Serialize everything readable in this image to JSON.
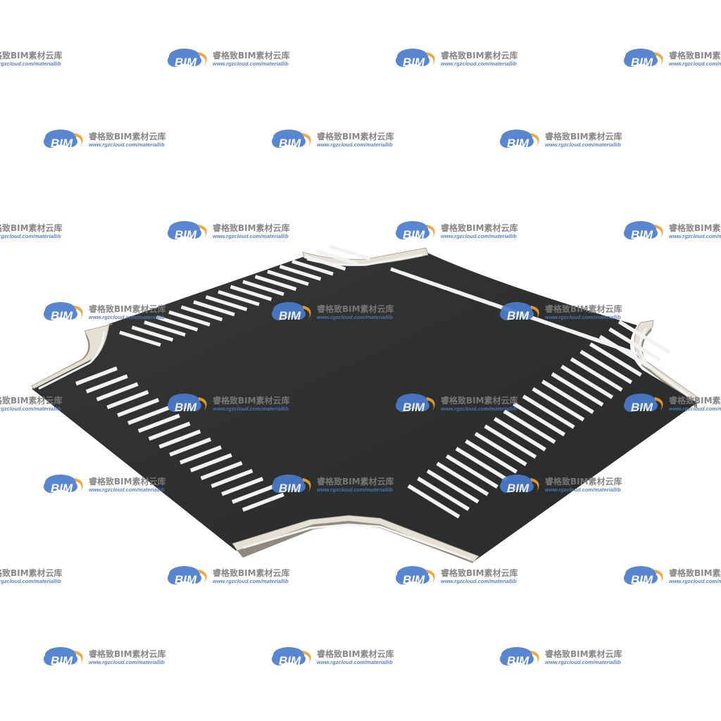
{
  "watermark": {
    "brand": "睿格致BIM素材云库",
    "url": "www.rgzcloud.com/materiallib",
    "logo_text": "BIM"
  },
  "colors": {
    "background": "#ffffff",
    "asphalt": "#2f3130",
    "curb_top": "#e4e0d4",
    "curb_side": "#8f8a7c",
    "stripe": "#f2f2f2",
    "logo_blue": "#3f74c9",
    "logo_orange": "#f0a030"
  }
}
